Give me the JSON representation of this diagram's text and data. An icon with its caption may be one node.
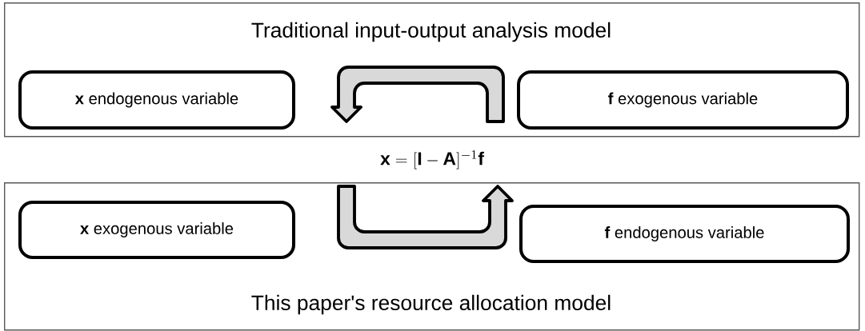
{
  "diagram": {
    "nodes": [
      {
        "text": [
          "Traditional input-output analysis model"
        ]
      },
      {
        "text": [
          "**x** endogenous variable"
        ],
        "in": 0
      },
      {
        "text": [
          "**f** exogenous variable"
        ],
        "in": 0
      },
      {
        "text": [
          "This paper's resource allocation model"
        ]
      },
      {
        "text": [
          "**x** exogenous variable"
        ],
        "in": 3
      },
      {
        "text": [
          "**f** endogenous variable"
        ],
        "in": 3
      }
    ],
    "edges": [
      {
        "from": 2,
        "to": 1,
        "arrow": "to"
      },
      {
        "from": 4,
        "to": 5,
        "arrow": "to"
      }
    ],
    "labels": [
      "\\mathbf{x}=[\\mathbf{I}-\\mathbf{A}]^{-1}\\mathbf{f}"
    ]
  }
}
